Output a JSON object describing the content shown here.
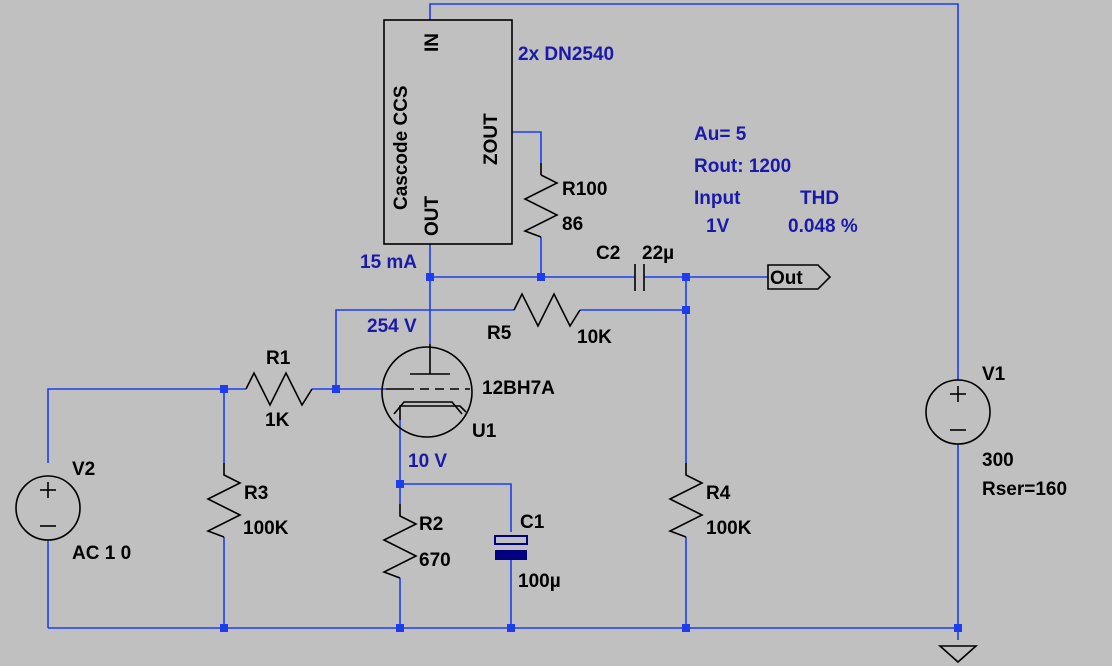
{
  "schematic": {
    "ccs": {
      "title": "Cascode CCS",
      "pin_in": "IN",
      "pin_zout": "ZOUT",
      "pin_out": "OUT",
      "device": "2x DN2540"
    },
    "annotations": {
      "current": "15 mA",
      "plate_voltage": "254 V",
      "cathode_voltage": "10 V",
      "gain": "Au= 5",
      "rout": "Rout: 1200",
      "input_label": "Input",
      "thd_label": "THD",
      "input_value": "1V",
      "thd_value": "0.048 %"
    },
    "components": {
      "r100": {
        "name": "R100",
        "value": "86"
      },
      "c2": {
        "name": "C2",
        "value": "22µ"
      },
      "r5": {
        "name": "R5",
        "value": "10K"
      },
      "r1": {
        "name": "R1",
        "value": "1K"
      },
      "r3": {
        "name": "R3",
        "value": "100K"
      },
      "r2": {
        "name": "R2",
        "value": "670"
      },
      "c1": {
        "name": "C1",
        "value": "100µ"
      },
      "r4": {
        "name": "R4",
        "value": "100K"
      },
      "u1": {
        "name": "U1",
        "value": "12BH7A"
      },
      "v1": {
        "name": "V1",
        "value": "300",
        "extra": "Rser=160"
      },
      "v2": {
        "name": "V2",
        "value": "AC 1 0"
      }
    },
    "out_label": "Out"
  }
}
